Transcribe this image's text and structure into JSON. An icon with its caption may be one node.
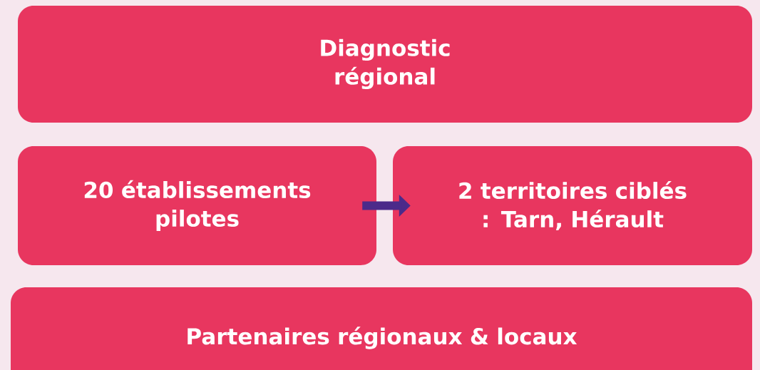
{
  "diagram": {
    "nodes": [
      {
        "text": [
          "Diagnostic régional"
        ]
      },
      {
        "text": [
          "20 établissements pilotes"
        ]
      },
      {
        "text": [
          "2 territoires ciblés : Tarn, Hérault"
        ]
      },
      {
        "text": [
          "Partenaires régionaux & locaux"
        ]
      }
    ],
    "edges": [
      {
        "from": 1,
        "to": 2,
        "arrow": "to"
      }
    ]
  }
}
